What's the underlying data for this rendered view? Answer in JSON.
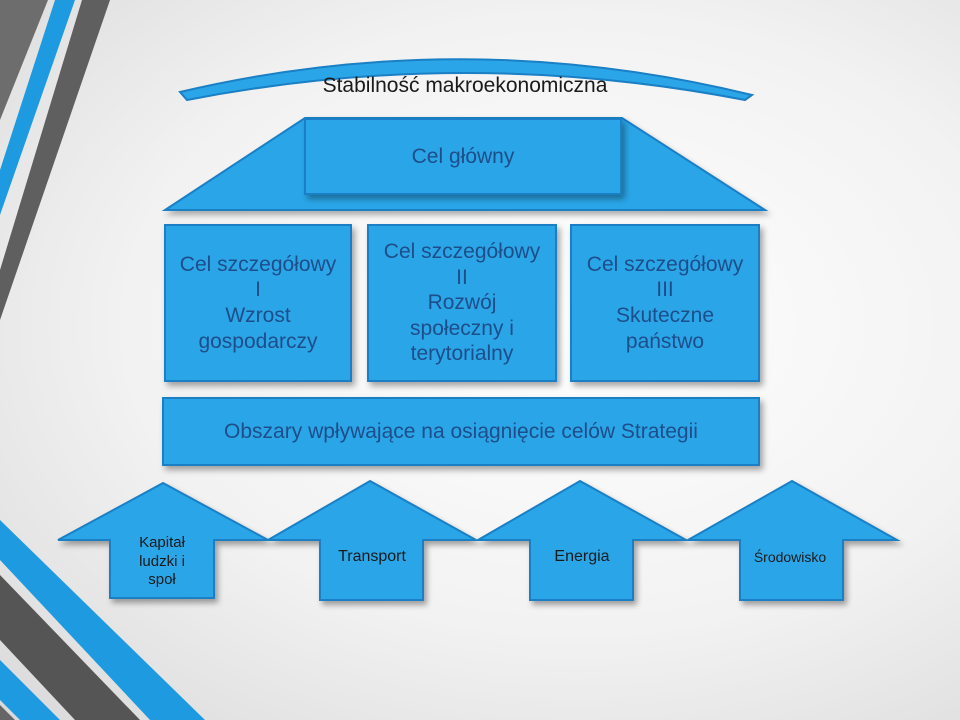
{
  "arc": {
    "label": "Stabilność makroekonomiczna"
  },
  "main_goal": {
    "label": "Cel główny"
  },
  "specific_goals": [
    {
      "lines": [
        "Cel szczegółowy",
        "I",
        "Wzrost",
        "gospodarczy"
      ]
    },
    {
      "lines": [
        "Cel szczegółowy",
        "II",
        "Rozwój",
        "społeczny i",
        "terytorialny"
      ]
    },
    {
      "lines": [
        "Cel szczegółowy",
        "III",
        "Skuteczne",
        "państwo"
      ]
    }
  ],
  "areas": {
    "label": "Obszary wpływające na osiągnięcie celów Strategii"
  },
  "arrows": [
    {
      "lines": [
        "Kapitał",
        "ludzki i",
        "społ"
      ]
    },
    {
      "lines": [
        "Transport"
      ]
    },
    {
      "lines": [
        "Energia"
      ]
    },
    {
      "lines": [
        "Środowisko"
      ]
    }
  ],
  "colors": {
    "box_fill": "#2aa6e8",
    "box_text": "#1d4e8a",
    "stripe_blue": "#1e9be0",
    "stripe_gray": "#6a6a6a"
  }
}
